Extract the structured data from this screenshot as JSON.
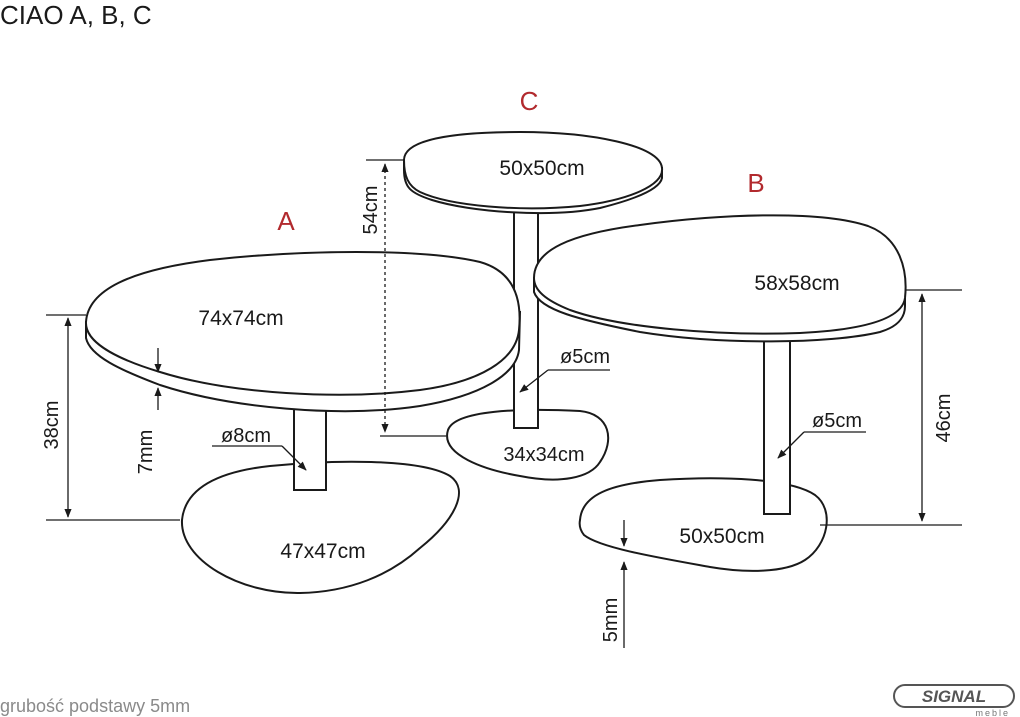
{
  "title": "CIAO A, B, C",
  "footer_note": "grubość podstawy 5mm",
  "logo": {
    "text": "SIGNAL",
    "subtext": "meble"
  },
  "tables": {
    "a": {
      "letter": "A",
      "top_size": "74x74cm",
      "base_size": "47x47cm",
      "leg_diameter": "ø8cm",
      "height": "38cm",
      "top_thickness": "7mm"
    },
    "b": {
      "letter": "B",
      "top_size": "58x58cm",
      "base_size": "50x50cm",
      "leg_diameter": "ø5cm",
      "height": "46cm",
      "base_thickness": "5mm"
    },
    "c": {
      "letter": "C",
      "top_size": "50x50cm",
      "base_size": "34x34cm",
      "leg_diameter": "ø5cm",
      "height": "54cm"
    }
  },
  "colors": {
    "letter": "#b22a2e",
    "line": "#1a1a1a",
    "footer": "#8a8a8a"
  }
}
